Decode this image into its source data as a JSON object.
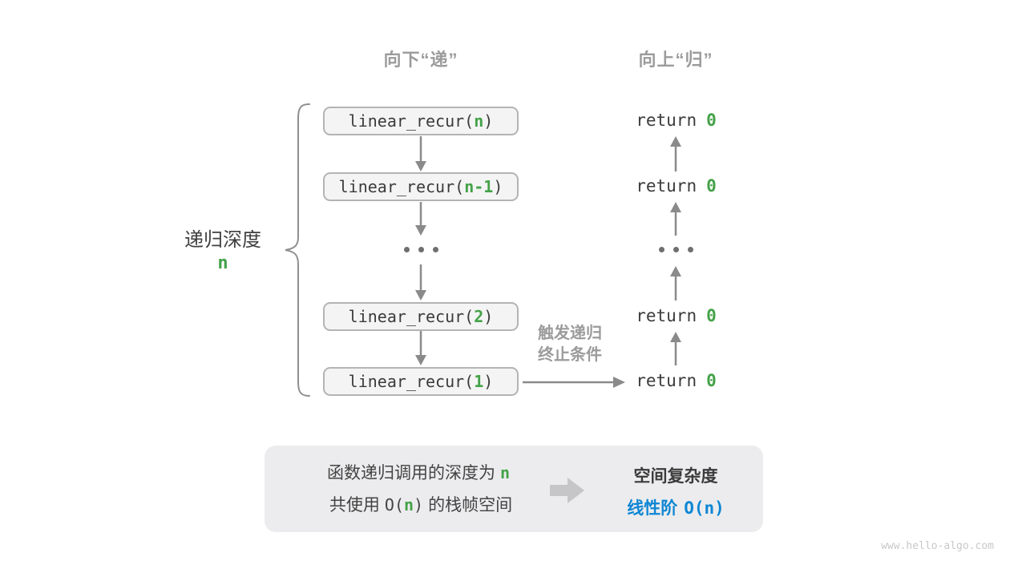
{
  "headers": {
    "downward": "向下“递”",
    "upward": "向上“归”"
  },
  "depth": {
    "label": "递归深度",
    "value": "n"
  },
  "calls": [
    {
      "open": "linear_recur(",
      "arg": "n",
      "close": ")"
    },
    {
      "open": "linear_recur(",
      "arg": "n-1",
      "close": ")"
    },
    {
      "open": "linear_recur(",
      "arg": "2",
      "close": ")"
    },
    {
      "open": "linear_recur(",
      "arg": "1",
      "close": ")"
    }
  ],
  "returns": [
    {
      "keyword": "return",
      "value": "0"
    },
    {
      "keyword": "return",
      "value": "0"
    },
    {
      "keyword": "return",
      "value": "0"
    },
    {
      "keyword": "return",
      "value": "0"
    }
  ],
  "ellipsis": "...",
  "trigger": {
    "line1": "触发递归",
    "line2": "终止条件"
  },
  "summary": {
    "depth_line_text": "函数递归调用的深度为",
    "depth_line_highlight": "n",
    "space_line_prefix": "共使用",
    "space_line_code_open": "O(",
    "space_line_code_arg": "n",
    "space_line_code_close": ")",
    "space_line_suffix": "的栈帧空间",
    "result_title": "空间复杂度",
    "result_label": "线性阶",
    "result_code": "O(n)"
  },
  "watermark": "www.hello-algo.com",
  "colors": {
    "green": "#44a248",
    "blue": "#0e86d4",
    "gray_label": "#9b9b9b",
    "dark_text": "#3b3b3b",
    "arrow_gray": "#8a8a8a",
    "box_fill": "#f4f4f5",
    "box_border": "#b4b4b4",
    "panel_fill": "#ececee",
    "block_arrow": "#c6c6c8",
    "watermark_gray": "#c8c8c8"
  }
}
